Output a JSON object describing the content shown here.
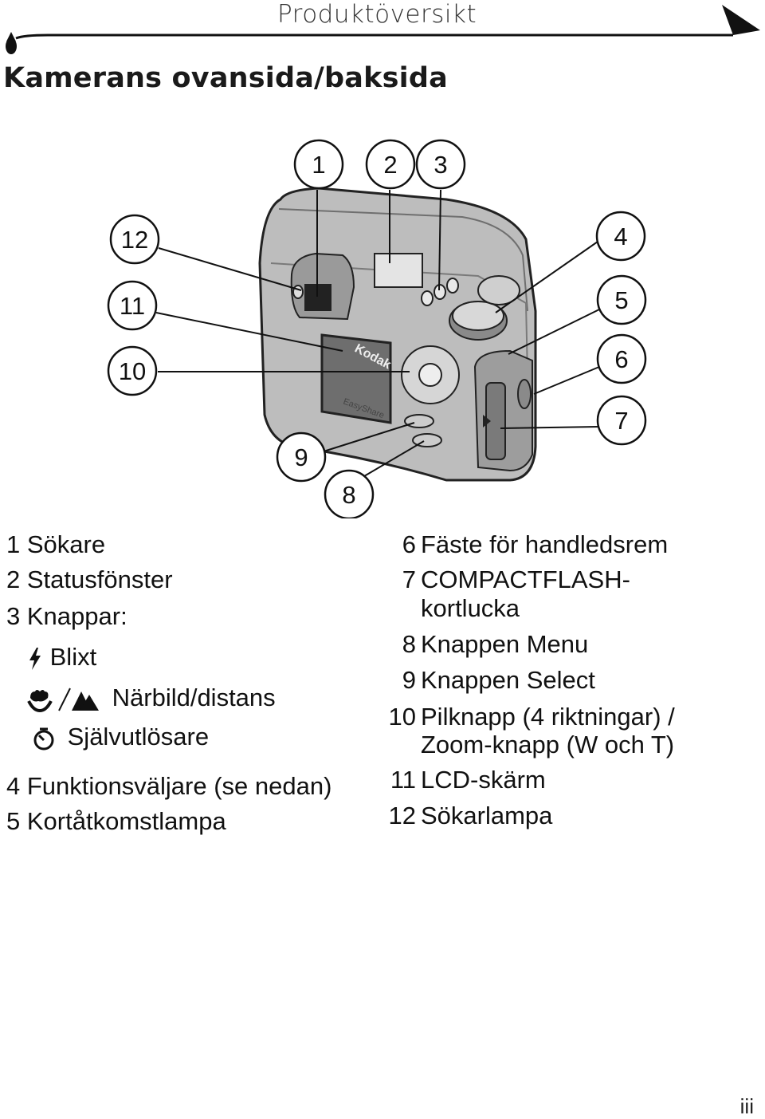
{
  "header": {
    "title": "Produktöversikt"
  },
  "section": {
    "title": "Kamerans ovansida/baksida"
  },
  "camera": {
    "brand": "Kodak",
    "model": "EasyShare"
  },
  "callouts": [
    "1",
    "2",
    "3",
    "4",
    "5",
    "6",
    "7",
    "8",
    "9",
    "10",
    "11",
    "12"
  ],
  "legend_left": {
    "items": [
      {
        "num": "1",
        "label": "Sökare"
      },
      {
        "num": "2",
        "label": "Statusfönster"
      },
      {
        "num": "3",
        "label": "Knappar:"
      }
    ],
    "sub_items": [
      {
        "icon": "flash-icon",
        "label": "Blixt"
      },
      {
        "icon": "macro-landscape-icon",
        "label": "Närbild/distans"
      },
      {
        "icon": "self-timer-icon",
        "label": "Självutlösare"
      }
    ],
    "items_after": [
      {
        "num": "4",
        "label": "Funktionsväljare (se nedan)"
      },
      {
        "num": "5",
        "label": "Kortåtkomstlampa"
      }
    ]
  },
  "legend_right": {
    "items": [
      {
        "num": "6",
        "line1": "Fäste för handledsrem",
        "line2": ""
      },
      {
        "num": "7",
        "line1": "COMPACTFLASH-",
        "line2": "kortlucka"
      },
      {
        "num": "8",
        "line1": "Knappen Menu",
        "line2": ""
      },
      {
        "num": "9",
        "line1": "Knappen Select",
        "line2": ""
      },
      {
        "num": "10",
        "line1": "Pilknapp (4 riktningar) /",
        "line2": "Zoom-knapp (W och T)"
      },
      {
        "num": "11",
        "line1": "LCD-skärm",
        "line2": ""
      },
      {
        "num": "12",
        "line1": "Sökarlampa",
        "line2": ""
      }
    ]
  },
  "footer": {
    "page_number": "iii"
  }
}
